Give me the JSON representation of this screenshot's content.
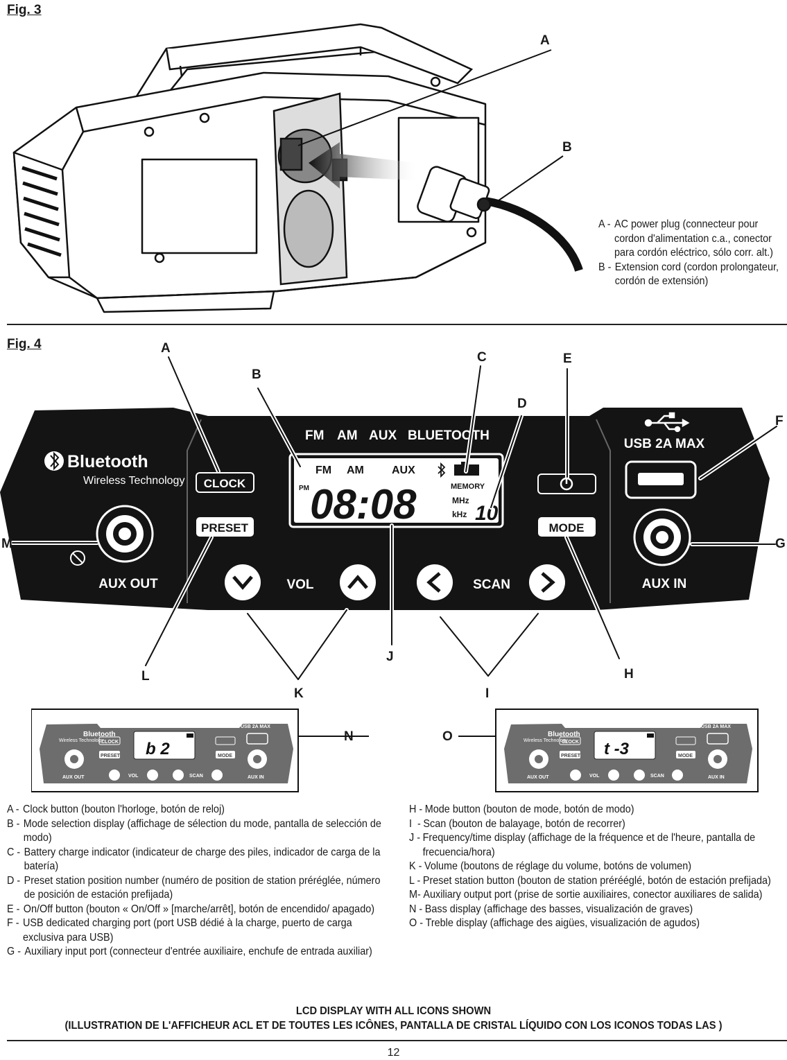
{
  "fig3": {
    "title": "Fig. 3",
    "callouts": [
      "A",
      "B"
    ],
    "legend": [
      {
        "key": "A -",
        "text": "AC power plug (connecteur pour cordon d'alimentation c.a., conector para cordón eléctrico, sólo corr. alt.)"
      },
      {
        "key": "B -",
        "text": "Extension cord (cordon prolongateur, cordón de extensión)"
      }
    ]
  },
  "fig4": {
    "title": "Fig. 4",
    "callouts": {
      "A": "A",
      "B": "B",
      "C": "C",
      "D": "D",
      "E": "E",
      "F": "F",
      "G": "G",
      "H": "H",
      "I": "I",
      "J": "J",
      "K": "K",
      "L": "L",
      "M": "M",
      "N": "N",
      "O": "O"
    },
    "panel": {
      "bluetooth_logo": "Bluetooth",
      "bluetooth_tagline": "Wireless Technology",
      "mode_bar": [
        "FM",
        "AM",
        "AUX",
        "BLUETOOTH"
      ],
      "clock_label": "CLOCK",
      "preset_label": "PRESET",
      "mode_label": "MODE",
      "usb_label": "USB 2A MAX",
      "aux_out_label": "AUX OUT",
      "aux_in_label": "AUX IN",
      "vol_label": "VOL",
      "scan_label": "SCAN",
      "lcd": {
        "modes": [
          "FM",
          "AM",
          "AUX"
        ],
        "pm": "PM",
        "time": "08:08",
        "memory": "MEMORY",
        "mhz": "MHz",
        "khz": "kHz",
        "preset": "10"
      }
    },
    "bass_display_text": "b  2",
    "treble_display_text": "t -3",
    "legend_left": [
      {
        "key": "A -",
        "text": "Clock button (bouton l'horloge, botón de reloj)"
      },
      {
        "key": "B -",
        "text": "Mode selection display (affichage de sélection du mode, pantalla de selección de modo)"
      },
      {
        "key": "C -",
        "text": "Battery charge indicator (indicateur de charge des piles, indicador de carga de la batería)"
      },
      {
        "key": "D -",
        "text": "Preset station position number (numéro de position de station préréglée, número de posición de estación prefijada)"
      },
      {
        "key": "E -",
        "text": "On/Off button (bouton « On/Off » [marche/arrêt], botón de encendido/ apagado)"
      },
      {
        "key": "F -",
        "text": "USB dedicated charging port (port USB dédié à la charge, puerto de carga exclusiva para USB)"
      },
      {
        "key": "G -",
        "text": "Auxiliary input port (connecteur d'entrée auxiliaire, enchufe de entrada auxiliar)"
      }
    ],
    "legend_right": [
      {
        "key": "H -",
        "text": "Mode button (bouton de mode, botón de modo)"
      },
      {
        "key": "I  -",
        "text": "Scan (bouton de balayage, botón de recorrer)"
      },
      {
        "key": "J -",
        "text": "Frequency/time display (affichage de la fréquence et de l'heure, pantalla de frecuencia/hora)"
      },
      {
        "key": "K -",
        "text": "Volume (boutons de réglage du volume, botóns de volumen)"
      },
      {
        "key": "L -",
        "text": "Preset station button (bouton de station prérééglé, botón de estación prefijada)"
      },
      {
        "key": "M-",
        "text": "Auxiliary output port (prise de sortie auxiliaires, conector auxiliares de salida)"
      },
      {
        "key": "N -",
        "text": "Bass display (affichage des basses, visualización de graves)"
      },
      {
        "key": "O -",
        "text": "Treble display (affichage des aigües, visualización de agudos)"
      }
    ]
  },
  "caption": {
    "line1": "LCD DISPLAY WITH ALL ICONS SHOWN",
    "line2": "(ILLUSTRATION DE L'AFFICHEUR ACL ET DE TOUTES LES ICÔNES, PANTALLA DE CRISTAL LÍQUIDO CON LOS ICONOS TODAS LAS )"
  },
  "page_number": "12"
}
